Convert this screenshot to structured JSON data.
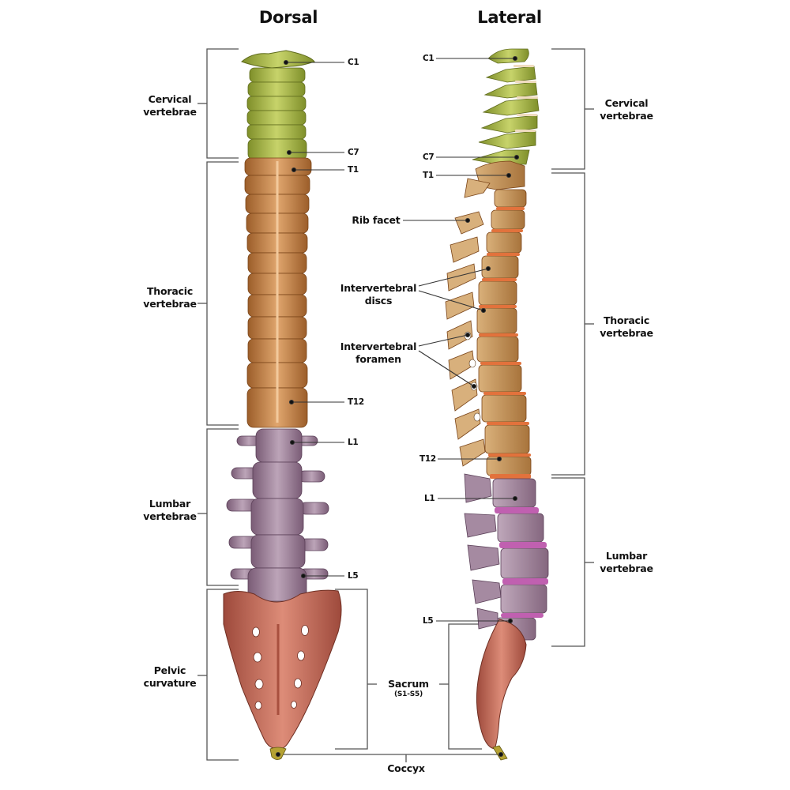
{
  "titles": {
    "dorsal": "Dorsal",
    "lateral": "Lateral"
  },
  "dorsal": {
    "regions": [
      {
        "id": "cervical",
        "line1": "Cervical",
        "line2": "vertebrae"
      },
      {
        "id": "thoracic",
        "line1": "Thoracic",
        "line2": "vertebrae"
      },
      {
        "id": "lumbar",
        "line1": "Lumbar",
        "line2": "vertebrae"
      },
      {
        "id": "pelvic",
        "line1": "Pelvic",
        "line2": "curvature"
      }
    ],
    "markers": [
      "C1",
      "C7",
      "T1",
      "T12",
      "L1",
      "L5"
    ]
  },
  "lateral": {
    "regions": [
      {
        "id": "cervical",
        "line1": "Cervical",
        "line2": "vertebrae"
      },
      {
        "id": "thoracic",
        "line1": "Thoracic",
        "line2": "vertebrae"
      },
      {
        "id": "lumbar",
        "line1": "Lumbar",
        "line2": "vertebrae"
      }
    ],
    "markers": [
      "C1",
      "C7",
      "T1",
      "T12",
      "L1",
      "L5"
    ],
    "features": [
      {
        "id": "rib-facet",
        "line1": "Rib facet",
        "line2": ""
      },
      {
        "id": "intervertebral-discs",
        "line1": "Intervertebral",
        "line2": "discs"
      },
      {
        "id": "intervertebral-foramen",
        "line1": "Intervertebral",
        "line2": "foramen"
      }
    ]
  },
  "sacrum": {
    "label": "Sacrum",
    "sub": "(S1-S5)"
  },
  "coccyx": {
    "label": "Coccyx"
  },
  "colors": {
    "cervical": "#a8b84a",
    "thoracic": "#c98b4e",
    "lumbar": "#9c8098",
    "sacrum": "#c8705e",
    "coccyx": "#b5a233",
    "disc_thoracic": "#e2723c",
    "disc_lumbar": "#c060b0",
    "line": "#555555"
  }
}
